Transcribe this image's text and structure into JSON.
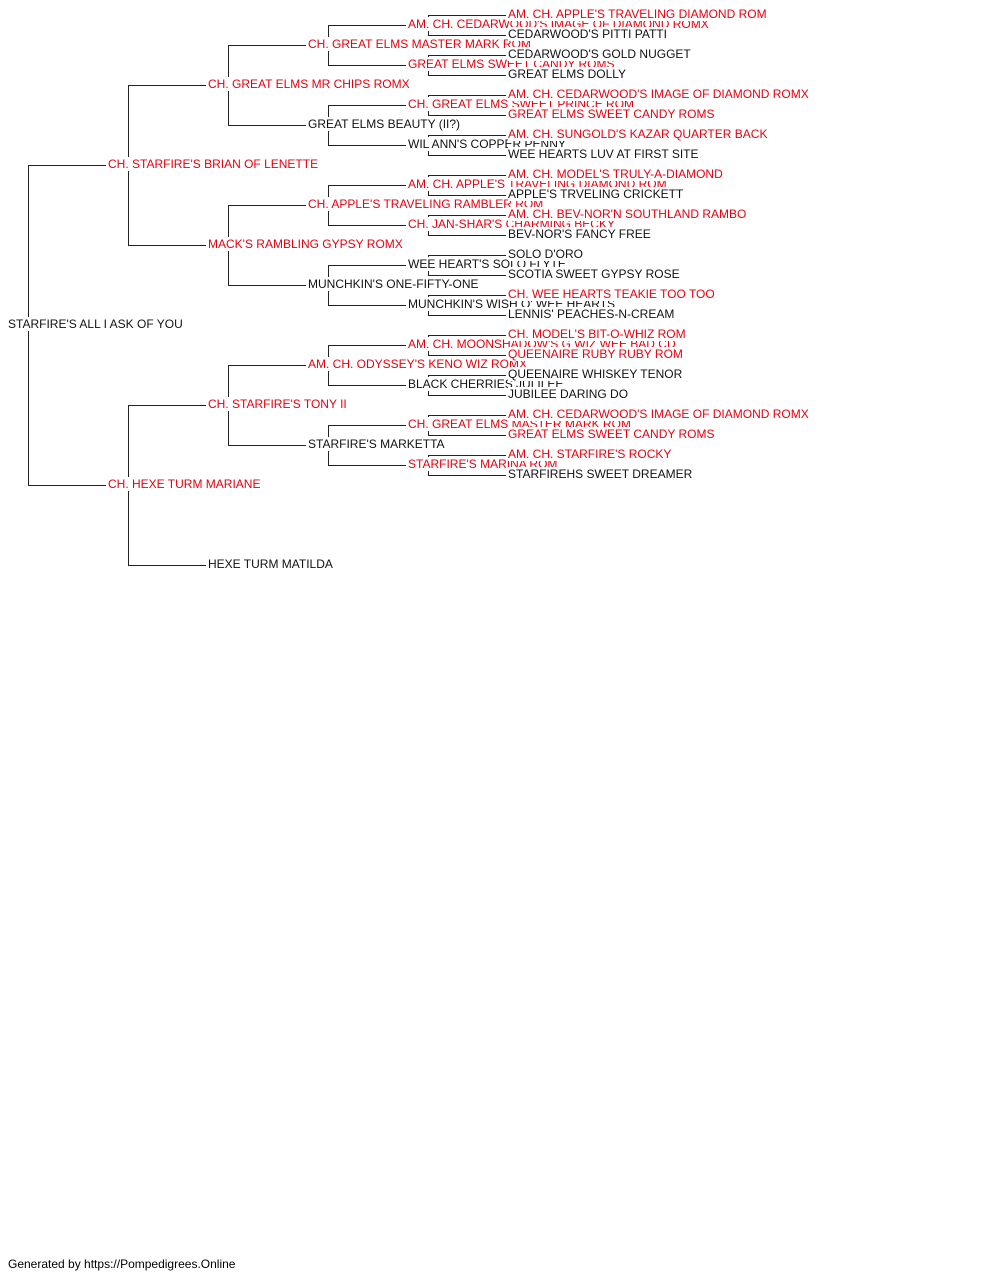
{
  "colors": {
    "champion": "#e8000f",
    "regular": "#111111",
    "line": "#222222"
  },
  "footer": "Generated by https://Pompedigrees.Online",
  "pedigree": {
    "name": "STARFIRE'S ALL I ASK OF YOU",
    "champion": false,
    "sire": {
      "name": "CH. STARFIRE'S BRIAN OF LENETTE",
      "champion": true,
      "sire": {
        "name": "CH. GREAT ELMS MR CHIPS ROMX",
        "champion": true,
        "sire": {
          "name": "CH. GREAT ELMS MASTER MARK ROM",
          "champion": true,
          "sire": {
            "name": "AM. CH. CEDARWOOD'S IMAGE OF DIAMOND ROMX",
            "champion": true,
            "sire": {
              "name": "AM. CH. APPLE'S TRAVELING DIAMOND ROM",
              "champion": true
            },
            "dam": {
              "name": "CEDARWOOD'S PITTI PATTI",
              "champion": false
            }
          },
          "dam": {
            "name": "GREAT ELMS SWEET CANDY ROMS",
            "champion": true,
            "sire": {
              "name": "CEDARWOOD'S GOLD NUGGET",
              "champion": false
            },
            "dam": {
              "name": "GREAT ELMS DOLLY",
              "champion": false
            }
          }
        },
        "dam": {
          "name": "GREAT ELMS BEAUTY (II?)",
          "champion": false,
          "sire": {
            "name": "CH. GREAT ELMS SWEET PRINCE ROM",
            "champion": true,
            "sire": {
              "name": "AM. CH. CEDARWOOD'S IMAGE OF DIAMOND ROMX",
              "champion": true
            },
            "dam": {
              "name": "GREAT ELMS SWEET CANDY ROMS",
              "champion": true
            }
          },
          "dam": {
            "name": "WIL ANN'S COPPER PENNY",
            "champion": false,
            "sire": {
              "name": "AM. CH. SUNGOLD'S KAZAR QUARTER BACK",
              "champion": true
            },
            "dam": {
              "name": "WEE HEARTS LUV AT FIRST SITE",
              "champion": false
            }
          }
        }
      },
      "dam": {
        "name": "MACK'S RAMBLING GYPSY ROMX",
        "champion": true,
        "sire": {
          "name": "CH. APPLE'S TRAVELING RAMBLER ROM",
          "champion": true,
          "sire": {
            "name": "AM. CH. APPLE'S TRAVELING DIAMOND ROM",
            "champion": true,
            "sire": {
              "name": "AM. CH. MODEL'S TRULY-A-DIAMOND",
              "champion": true
            },
            "dam": {
              "name": "APPLE'S TRVELING CRICKETT",
              "champion": false
            }
          },
          "dam": {
            "name": "CH. JAN-SHAR'S CHARMING BECKY",
            "champion": true,
            "sire": {
              "name": "AM. CH. BEV-NOR'N SOUTHLAND RAMBO",
              "champion": true
            },
            "dam": {
              "name": "BEV-NOR'S FANCY FREE",
              "champion": false
            }
          }
        },
        "dam": {
          "name": "MUNCHKIN'S ONE-FIFTY-ONE",
          "champion": false,
          "sire": {
            "name": "WEE HEART'S SOLO FLYTE",
            "champion": false,
            "sire": {
              "name": "SOLO D'ORO",
              "champion": false
            },
            "dam": {
              "name": "SCOTIA SWEET GYPSY ROSE",
              "champion": false
            }
          },
          "dam": {
            "name": "MUNCHKIN'S WISH O' WEE HEARTS",
            "champion": false,
            "sire": {
              "name": "CH. WEE HEARTS TEAKIE TOO TOO",
              "champion": true
            },
            "dam": {
              "name": "LENNIS' PEACHES-N-CREAM",
              "champion": false
            }
          }
        }
      }
    },
    "dam": {
      "name": "CH. HEXE TURM MARIANE",
      "champion": true,
      "sire": {
        "name": "CH. STARFIRE'S TONY II",
        "champion": true,
        "sire": {
          "name": "AM. CH. ODYSSEY'S KENO WIZ ROMX",
          "champion": true,
          "sire": {
            "name": "AM. CH. MOONSHADOW'S G WIZ WEE BAD CD",
            "champion": true,
            "sire": {
              "name": "CH. MODEL'S BIT-O-WHIZ ROM",
              "champion": true
            },
            "dam": {
              "name": "QUEENAIRE RUBY RUBY ROM",
              "champion": true
            }
          },
          "dam": {
            "name": "BLACK CHERRIES JULILEE",
            "champion": false,
            "sire": {
              "name": "QUEENAIRE WHISKEY TENOR",
              "champion": false
            },
            "dam": {
              "name": "JUBILEE DARING DO",
              "champion": false
            }
          }
        },
        "dam": {
          "name": "STARFIRE'S MARKETTA",
          "champion": false,
          "sire": {
            "name": "CH. GREAT ELMS MASTER MARK ROM",
            "champion": true,
            "sire": {
              "name": "AM. CH. CEDARWOOD'S IMAGE OF DIAMOND ROMX",
              "champion": true
            },
            "dam": {
              "name": "GREAT ELMS SWEET CANDY ROMS",
              "champion": true
            }
          },
          "dam": {
            "name": "STARFIRE'S MARINA ROM",
            "champion": true,
            "sire": {
              "name": "AM. CH. STARFIRE'S ROCKY",
              "champion": true
            },
            "dam": {
              "name": "STARFIREHS SWEET DREAMER",
              "champion": false
            }
          }
        }
      },
      "dam": {
        "name": "HEXE TURM MATILDA",
        "champion": false
      }
    }
  }
}
